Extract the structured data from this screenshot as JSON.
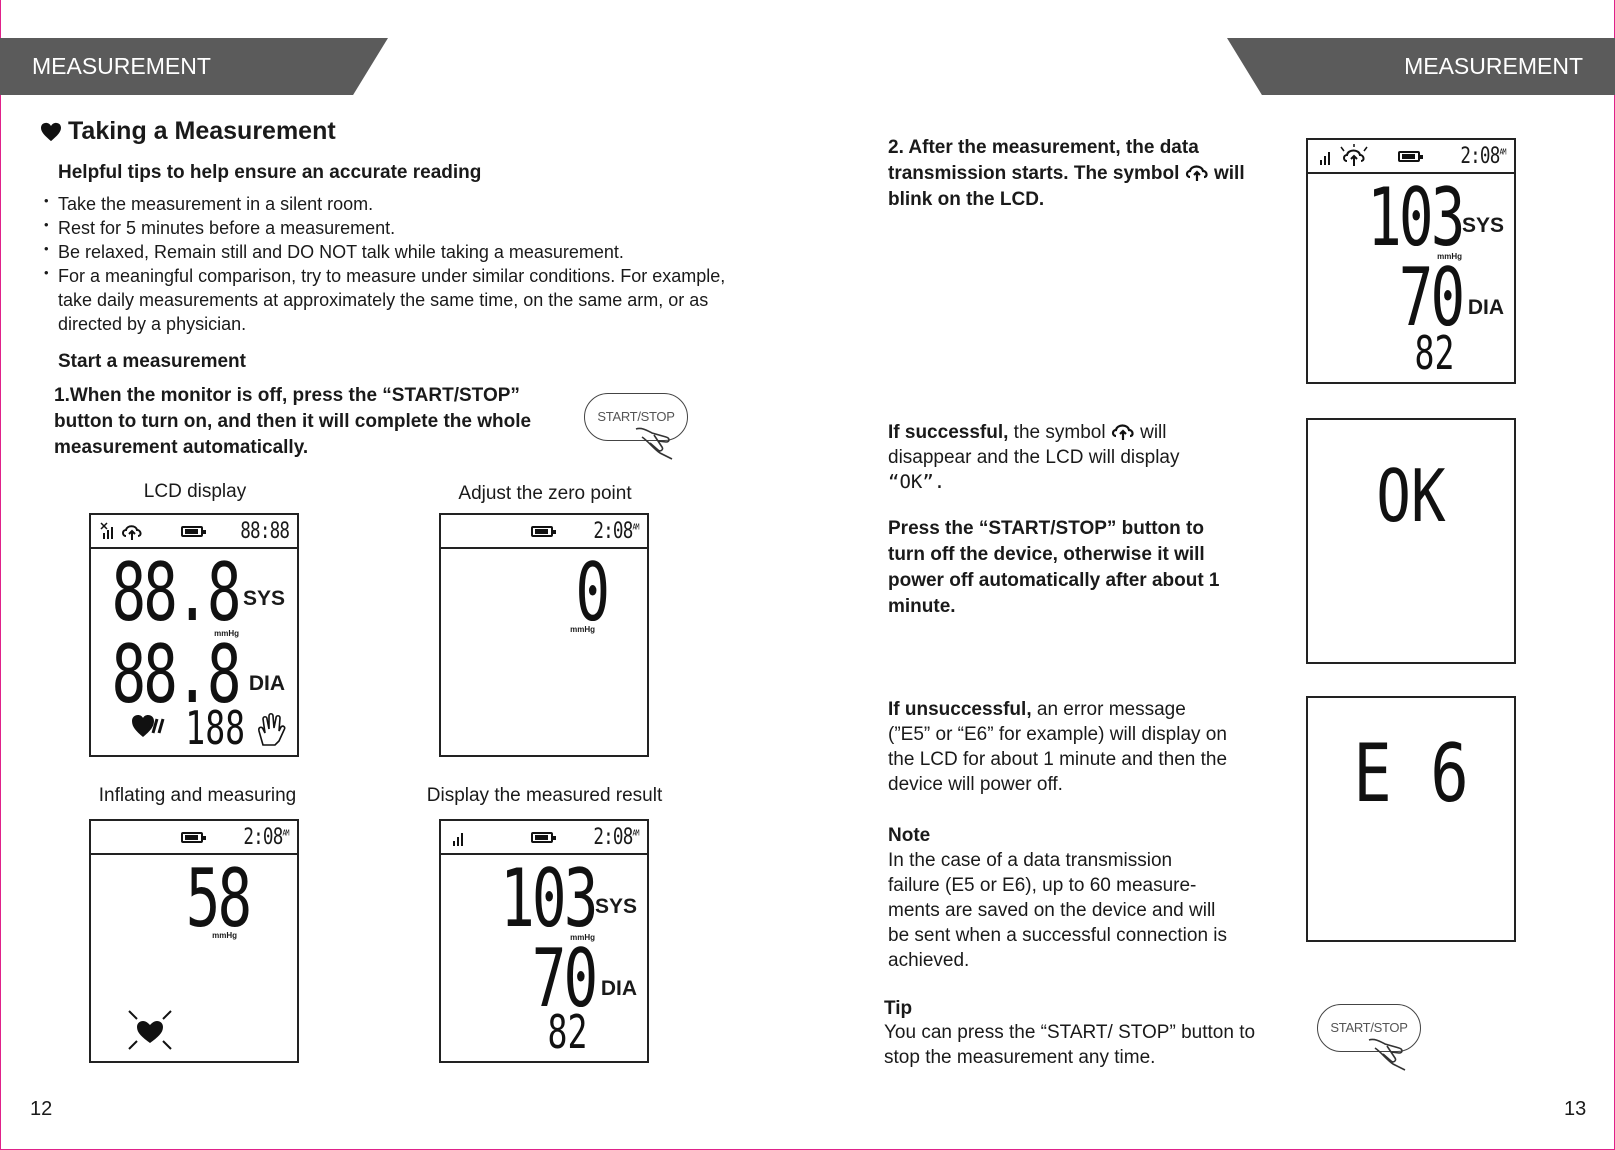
{
  "header": {
    "left_label": "MEASUREMENT",
    "right_label": "MEASUREMENT"
  },
  "left_page": {
    "title": "Taking a Measurement",
    "tips_heading": "Helpful tips to help ensure an accurate reading",
    "tips": [
      "Take the measurement in a silent room.",
      "Rest for 5 minutes before a measurement.",
      "Be relaxed, Remain still and DO NOT talk while taking a measurement.",
      "For a meaningful comparison, try to measure under similar conditions. For example, take daily measurements at approximately the same time, on the same arm, or as directed by a physician."
    ],
    "start_heading": "Start a measurement",
    "step1": "1.When the monitor is off, press the “START/STOP” button to turn on, and then it will complete the whole measurement automatically.",
    "button_label": "START/STOP",
    "captions": {
      "lcd": "LCD display",
      "zero": "Adjust the zero point",
      "inflating": "Inflating and measuring",
      "result": "Display the measured result"
    },
    "lcd_full": {
      "sys": "88.8",
      "dia": "88.8",
      "pulse": "188",
      "time": "88:88",
      "sys_label": "SYS",
      "dia_label": "DIA",
      "unit": "mmHg"
    },
    "lcd_zero": {
      "value": "0",
      "time": "2:08",
      "ampm": "AM",
      "unit": "mmHg"
    },
    "lcd_inflate": {
      "value": "58",
      "time": "2:08",
      "ampm": "AM",
      "unit": "mmHg"
    },
    "lcd_result": {
      "sys": "103",
      "dia": "70",
      "pulse": "82",
      "time": "2:08",
      "ampm": "AM",
      "sys_label": "SYS",
      "dia_label": "DIA",
      "unit": "mmHg"
    },
    "page_number": "12"
  },
  "right_page": {
    "step2": "2. After the measurement, the data transmission starts. The symbol",
    "step2_end": "will blink on the LCD.",
    "success_bold": "If successful,",
    "success_text1": "the symbol",
    "success_text2": "will disappear and the LCD will display",
    "success_ok": "“OK”.",
    "press_text": "Press the “START/STOP” button to turn off the device, otherwise it will power off automatically after about 1 minute.",
    "fail_bold": "If unsuccessful,",
    "fail_text": "an error message (”E5” or “E6” for example) will display on the LCD for about 1 minute and then the device will power off.",
    "note_heading": "Note",
    "note_text": "In the case of a data transmission failure (E5 or E6), up to 60 measure-ments are saved on the device and will be sent when a successful connection is achieved.",
    "tip_heading": "Tip",
    "tip_text": "You can press the “START/ STOP” button to stop the measurement any time.",
    "button_label": "START/STOP",
    "lcd_transmit": {
      "sys": "103",
      "dia": "70",
      "pulse": "82",
      "time": "2:08",
      "ampm": "AM",
      "sys_label": "SYS",
      "dia_label": "DIA",
      "unit": "mmHg"
    },
    "lcd_ok": {
      "value": "OK"
    },
    "lcd_error": {
      "value": "E 6"
    },
    "page_number": "13"
  }
}
